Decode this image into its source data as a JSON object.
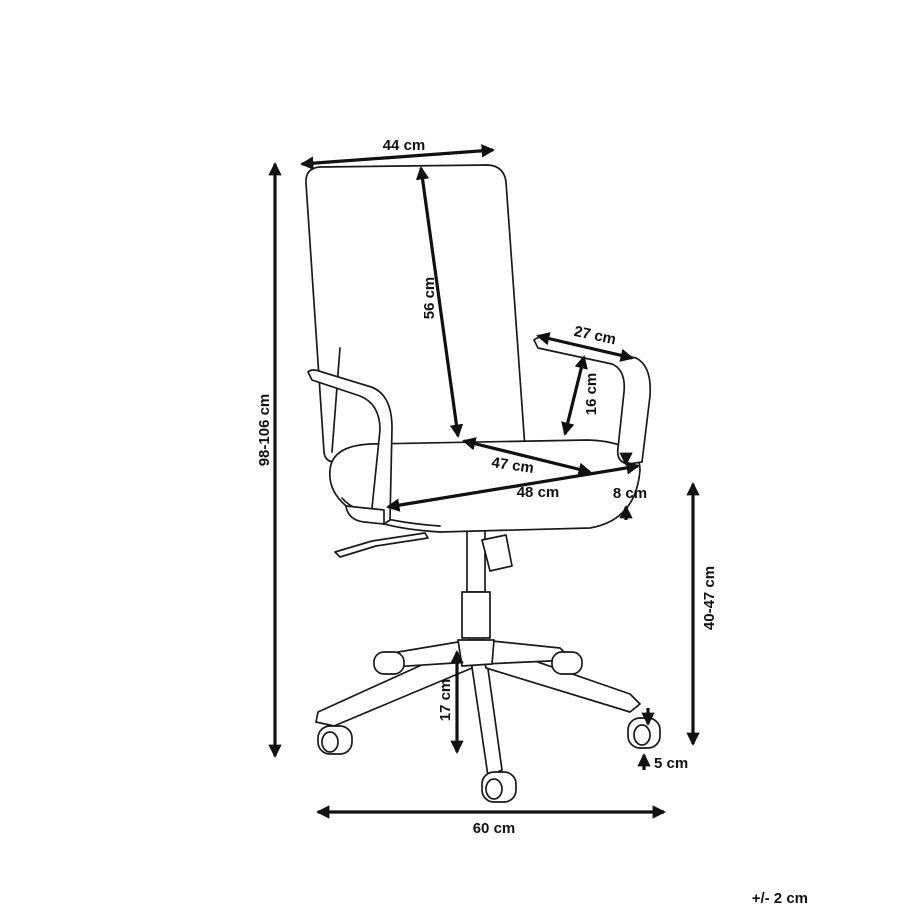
{
  "dimensions": {
    "seat_back_width": "44 cm",
    "backrest_height": "56 cm",
    "armrest_length": "27 cm",
    "armrest_height": "16 cm",
    "seat_depth": "47 cm",
    "seat_width": "48 cm",
    "seat_thickness": "8 cm",
    "total_height": "98-106 cm",
    "seat_height": "40-47 cm",
    "base_height": "17 cm",
    "caster_height": "5 cm",
    "base_width": "60 cm"
  },
  "tolerance": "+/- 2 cm"
}
